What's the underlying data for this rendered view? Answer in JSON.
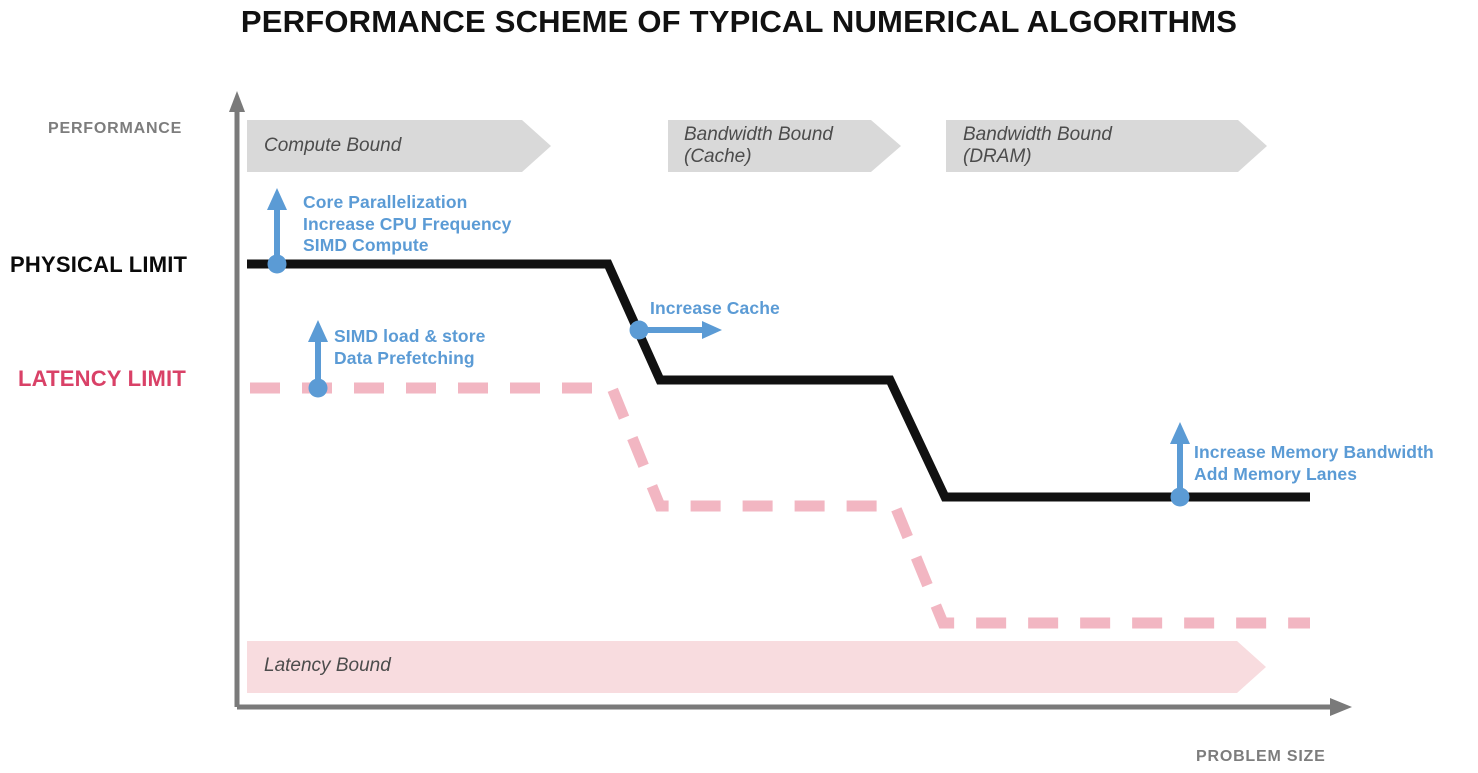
{
  "title": "PERFORMANCE SCHEME OF TYPICAL NUMERICAL ALGORITHMS",
  "axes": {
    "y_label": "PERFORMANCE",
    "x_label": "PROBLEM SIZE",
    "axis_color": "#7a7a7a"
  },
  "limits": [
    {
      "label": "PHYSICAL LIMIT",
      "color": "#0a0a0a"
    },
    {
      "label": "LATENCY LIMIT",
      "color": "#d94167"
    }
  ],
  "banners": [
    {
      "label": "Compute Bound",
      "fill": "#d9d9d9",
      "text_color": "#4c4c4c"
    },
    {
      "label": "Bandwidth Bound\n(Cache)",
      "fill": "#d9d9d9",
      "text_color": "#4c4c4c"
    },
    {
      "label": "Bandwidth Bound\n(DRAM)",
      "fill": "#d9d9d9",
      "text_color": "#4c4c4c"
    },
    {
      "label": "Latency Bound",
      "fill": "#f8dcdf",
      "text_color": "#4c4c4c"
    }
  ],
  "annotations": [
    {
      "label": "Core Parallelization\nIncrease CPU Frequency\nSIMD Compute",
      "color": "#5b9bd5",
      "arrow": "up"
    },
    {
      "label": "SIMD load & store\nData Prefetching",
      "color": "#5b9bd5",
      "arrow": "up"
    },
    {
      "label": "Increase Cache",
      "color": "#5b9bd5",
      "arrow": "right"
    },
    {
      "label": "Increase Memory Bandwidth\nAdd Memory Lanes",
      "color": "#5b9bd5",
      "arrow": "up"
    }
  ],
  "chart_data": {
    "type": "line",
    "title": "PERFORMANCE SCHEME OF TYPICAL NUMERICAL ALGORITHMS",
    "xlabel": "PROBLEM SIZE",
    "ylabel": "PERFORMANCE",
    "grid": false,
    "legend": "none",
    "axis_ranges": {
      "x": [
        "0",
        "increasing problem size"
      ],
      "y": [
        "0",
        "increasing performance"
      ]
    },
    "regions": [
      "Compute Bound",
      "Bandwidth Bound (Cache)",
      "Bandwidth Bound (DRAM)",
      "Latency Bound"
    ],
    "series": [
      {
        "name": "PHYSICAL LIMIT",
        "style": "solid",
        "color": "#0a0a0a",
        "levels": [
          "physical limit",
          "cache bandwidth level",
          "DRAM bandwidth level"
        ],
        "points": [
          [
            247,
            264
          ],
          [
            608,
            264
          ],
          [
            660,
            380
          ],
          [
            890,
            380
          ],
          [
            945,
            497
          ],
          [
            1310,
            497
          ]
        ]
      },
      {
        "name": "LATENCY LIMIT",
        "style": "dashed",
        "color": "#f0b4c0",
        "levels": [
          "latency limit",
          "cache latency level",
          "DRAM latency level"
        ],
        "points": [
          [
            250,
            388
          ],
          [
            612,
            388
          ],
          [
            660,
            506
          ],
          [
            895,
            506
          ],
          [
            943,
            623
          ],
          [
            1310,
            623
          ]
        ]
      }
    ],
    "markers": [
      {
        "series": "PHYSICAL LIMIT",
        "x": 277,
        "y": 264,
        "color": "#5b9bd5",
        "note": "Core Parallelization / Increase CPU Frequency / SIMD Compute"
      },
      {
        "series": "LATENCY LIMIT",
        "x": 318,
        "y": 388,
        "color": "#5b9bd5",
        "note": "SIMD load & store / Data Prefetching"
      },
      {
        "series": "PHYSICAL LIMIT",
        "x": 639,
        "y": 330,
        "color": "#5b9bd5",
        "note": "Increase Cache"
      },
      {
        "series": "PHYSICAL LIMIT",
        "x": 1180,
        "y": 497,
        "color": "#5b9bd5",
        "note": "Increase Memory Bandwidth / Add Memory Lanes"
      }
    ]
  }
}
